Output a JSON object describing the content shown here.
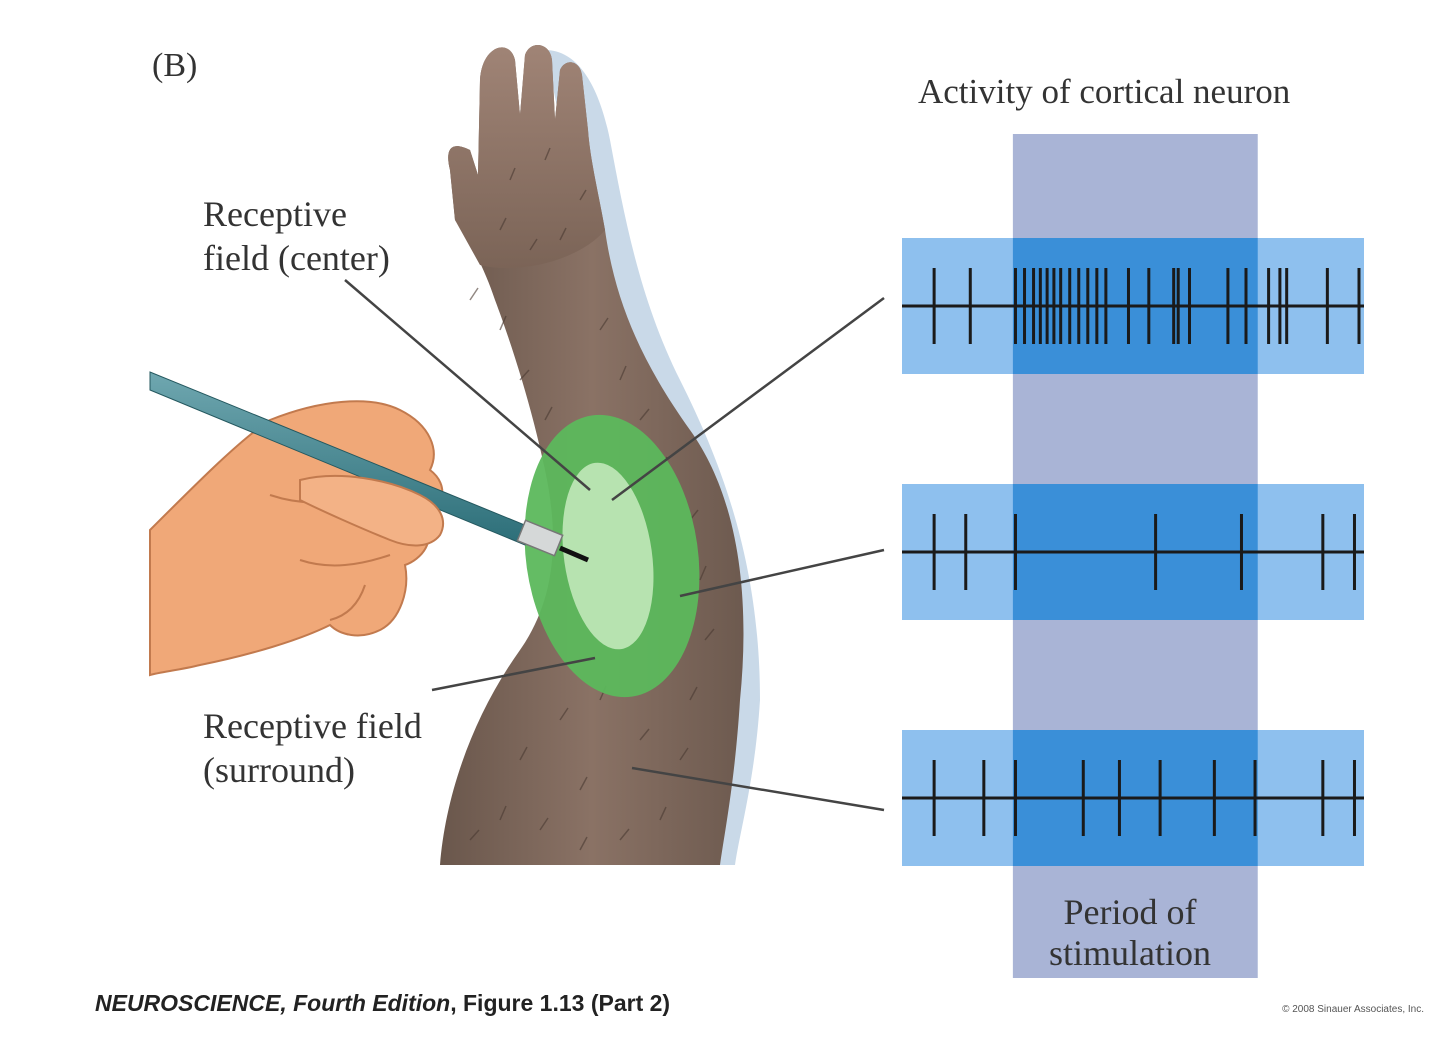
{
  "panel_label": "(B)",
  "activity_title": "Activity of cortical neuron",
  "labels": {
    "rf_center_line1": "Receptive",
    "rf_center_line2": "field (center)",
    "rf_surround_line1": "Receptive field",
    "rf_surround_line2": "(surround)",
    "period_line1": "Period of",
    "period_line2": "stimulation"
  },
  "caption": {
    "book": "NEUROSCIENCE",
    "edition": ", Fourth Edition",
    "figure": ", Figure 1.13 (Part 2)"
  },
  "copyright": "© 2008 Sinauer Associates, Inc.",
  "colors": {
    "track_band": "#8ec0ee",
    "stim_band": "#a9b4d6",
    "overlap": "#3a8fd8",
    "center_field": "#b7e3b0",
    "surround_field": "#5cb85c",
    "skin_arm": "#7a6356",
    "hand": "#f0a878"
  },
  "spike_trains": [
    {
      "position": "center",
      "spikes": [
        0.06,
        0.14,
        0.24,
        0.26,
        0.28,
        0.295,
        0.31,
        0.325,
        0.34,
        0.36,
        0.38,
        0.4,
        0.42,
        0.44,
        0.49,
        0.535,
        0.59,
        0.6,
        0.625,
        0.71,
        0.75,
        0.8,
        0.825,
        0.84,
        0.93,
        1.0
      ]
    },
    {
      "position": "surround",
      "spikes": [
        0.06,
        0.13,
        0.24,
        0.55,
        0.74,
        0.92,
        0.99
      ]
    },
    {
      "position": "outside",
      "spikes": [
        0.06,
        0.17,
        0.24,
        0.39,
        0.47,
        0.56,
        0.68,
        0.77,
        0.92,
        0.99
      ]
    }
  ],
  "stimulation_period": {
    "start": 0.24,
    "end": 0.77
  }
}
